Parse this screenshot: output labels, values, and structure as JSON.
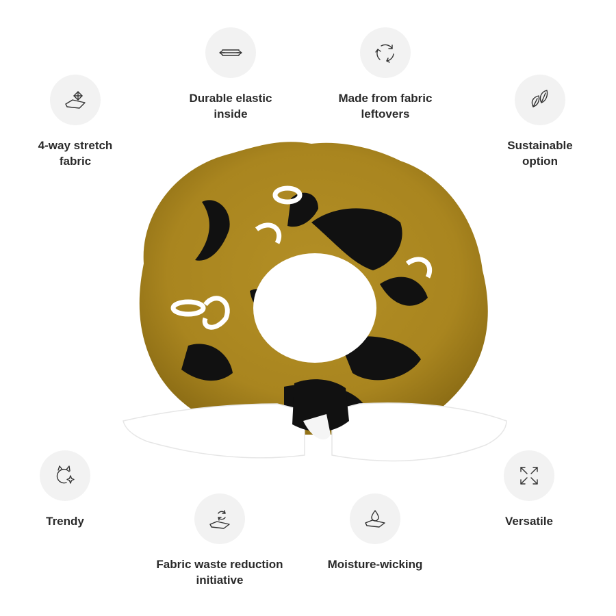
{
  "features": {
    "durable_elastic": {
      "label": "Durable elastic\ninside",
      "icon": "elastic-band-icon"
    },
    "fabric_leftovers": {
      "label": "Made from fabric\nleftovers",
      "icon": "recycle-arrows-icon"
    },
    "stretch": {
      "label": "4-way stretch\nfabric",
      "icon": "four-way-arrows-icon"
    },
    "sustainable": {
      "label": "Sustainable\noption",
      "icon": "leaves-icon"
    },
    "trendy": {
      "label": "Trendy",
      "icon": "cat-sparkle-icon"
    },
    "versatile": {
      "label": "Versatile",
      "icon": "expand-arrows-icon"
    },
    "waste_reduction": {
      "label": "Fabric waste reduction\ninitiative",
      "icon": "fabric-recycle-icon"
    },
    "moisture": {
      "label": "Moisture-wicking",
      "icon": "water-drop-icon"
    }
  },
  "colors": {
    "scrunchie_main": "#a9851f",
    "scrunchie_dark": "#8a6b14",
    "scrunchie_black": "#111111",
    "bow_white": "#ffffff"
  }
}
